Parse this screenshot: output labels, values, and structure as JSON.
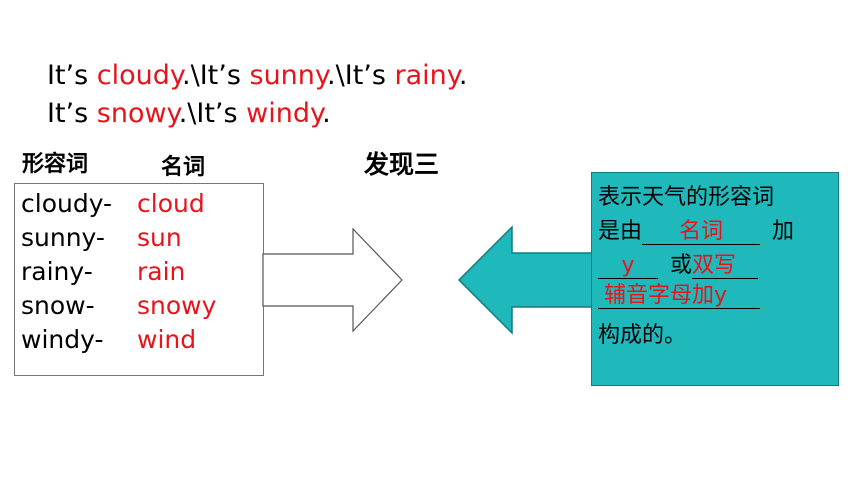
{
  "sentences": {
    "line1": [
      {
        "text": "It’s ",
        "style": "normal"
      },
      {
        "text": "cloudy",
        "style": "red"
      },
      {
        "text": ".\\It’s ",
        "style": "normal"
      },
      {
        "text": "sunny",
        "style": "red"
      },
      {
        "text": ".\\It’s ",
        "style": "normal"
      },
      {
        "text": "rainy",
        "style": "red"
      },
      {
        "text": ".",
        "style": "normal"
      }
    ],
    "line2": [
      {
        "text": "It’s ",
        "style": "normal"
      },
      {
        "text": "snowy",
        "style": "red"
      },
      {
        "text": ".\\It’s ",
        "style": "normal"
      },
      {
        "text": "windy",
        "style": "red"
      },
      {
        "text": ".",
        "style": "normal"
      }
    ]
  },
  "headers": {
    "adjective": "形容词",
    "noun": "名词"
  },
  "discovery_title": "发现三",
  "word_pairs": [
    {
      "adj": "cloudy-",
      "noun": "cloud"
    },
    {
      "adj": "sunny-",
      "noun": "sun"
    },
    {
      "adj": "rainy-",
      "noun": "rain"
    },
    {
      "adj": "snow-",
      "noun": "snowy"
    },
    {
      "adj": "windy-",
      "noun": "wind"
    }
  ],
  "rule": {
    "line1": "表示天气的形容词",
    "line2_pre": "是由",
    "blank1": "名词",
    "line2_post": "加",
    "blank2": "y",
    "line3_mid": "或",
    "blank3": "双写",
    "blank4": "辅音字母加y",
    "line5": "构成的。"
  },
  "colors": {
    "accent_red": "#e8141b",
    "teal_box": "#1fb8bb"
  }
}
